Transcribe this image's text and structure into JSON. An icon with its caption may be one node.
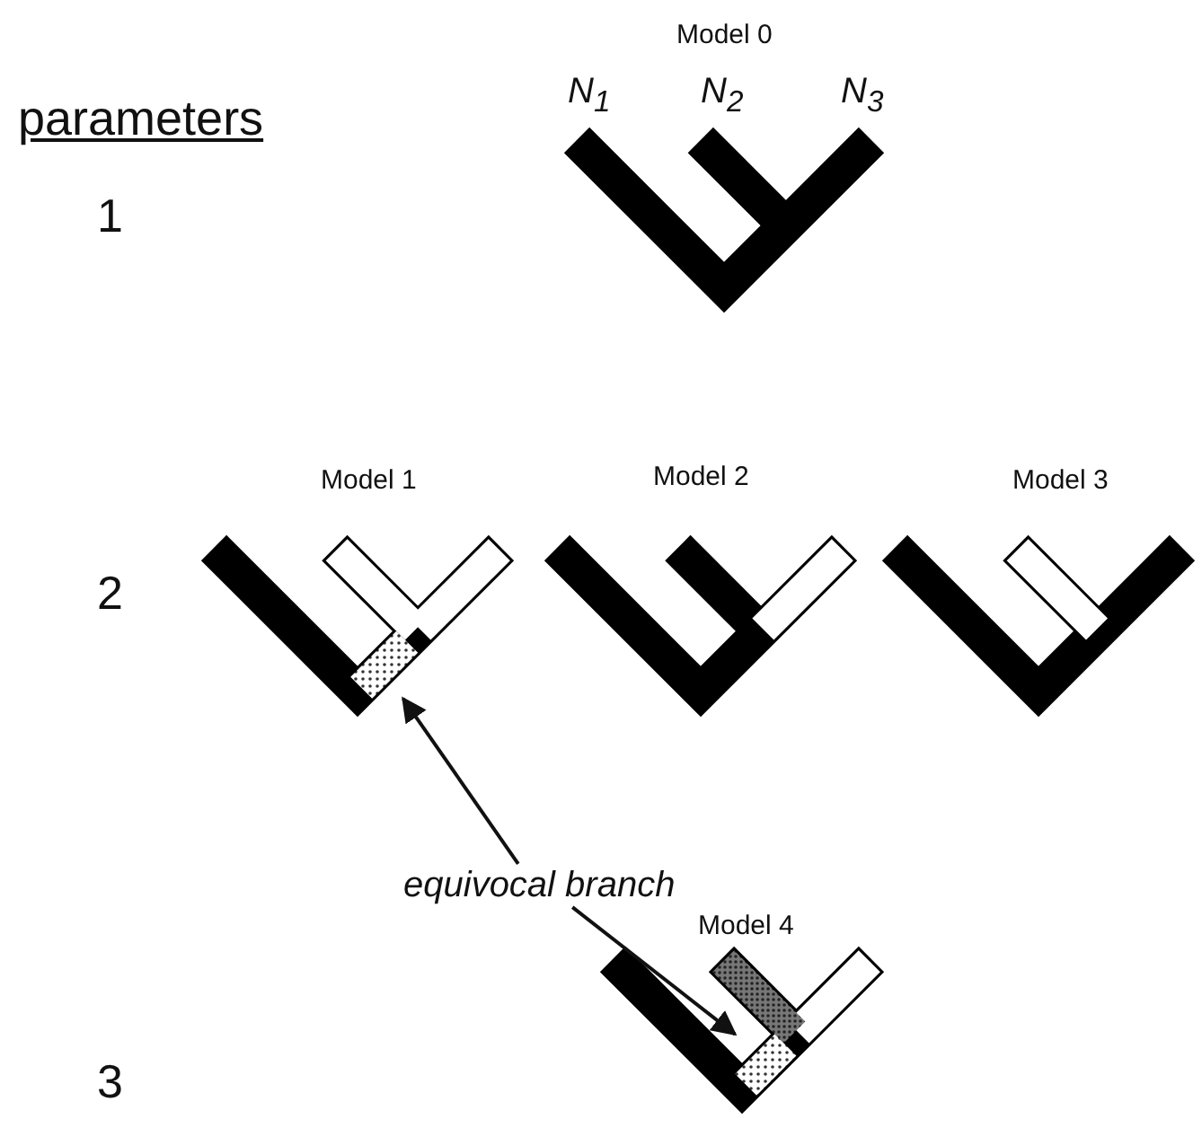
{
  "diagram": {
    "nodes": [
      {
        "text": [
          "equivocal branch"
        ]
      },
      {
        "text": [],
        "shape": "bar"
      },
      {
        "text": [],
        "shape": "bar"
      }
    ],
    "edges": [
      {
        "from": 0,
        "to": 1,
        "arrow": "to"
      },
      {
        "from": 0,
        "to": 2,
        "arrow": "to"
      }
    ],
    "labels": [
      "Model 0",
      "parameters",
      "N$_{1}$",
      "N$_{2}$",
      "N$_{3}$",
      "1",
      "Model 1",
      "Model 2",
      "Model 3",
      "2",
      "Model 4",
      "3"
    ]
  }
}
